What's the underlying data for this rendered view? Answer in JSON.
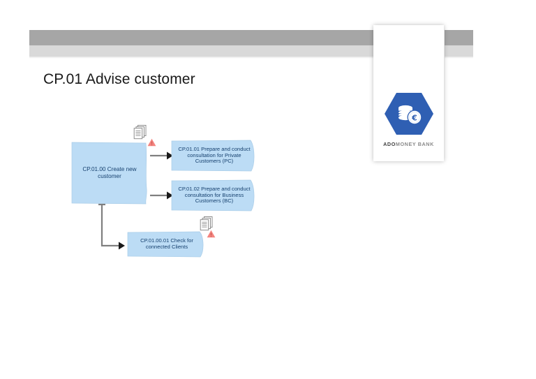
{
  "slide": {
    "title": "CP.01 Advise customer",
    "background_color": "#ffffff"
  },
  "header": {
    "bar_dark_color": "#a6a6a6",
    "bar_light_color": "#d9d9d9"
  },
  "logo": {
    "panel_background": "#ffffff",
    "hexagon_color": "#2f5fb3",
    "wordmark_bold": "ADO",
    "wordmark_rest": "MONEY BANK",
    "coin_icon": "stacked-coins-euro-icon",
    "euro_symbol": "€"
  },
  "diagram": {
    "node_fill": "#bcdcf5",
    "node_text_color": "#16406e",
    "connector_color": "#7f7f7f",
    "warning_color": "#f4847f",
    "nodes": [
      {
        "id": "main",
        "label": "CP.01.00 Create new customer",
        "has_document_icon": true,
        "has_warning_icon": true
      },
      {
        "id": "pc",
        "label": "CP.01.01 Prepare and conduct consultation for Private Customers (PC)",
        "has_document_icon": false,
        "has_warning_icon": false
      },
      {
        "id": "bc",
        "label": "CP.01.02 Prepare and conduct consultation for Business Customers (BC)",
        "has_document_icon": false,
        "has_warning_icon": false
      },
      {
        "id": "check",
        "label": "CP.01.00.01 Check for connected Clients",
        "has_document_icon": true,
        "has_warning_icon": true
      }
    ],
    "connectors": [
      {
        "from": "main",
        "to": "pc",
        "style": "straight-arrow"
      },
      {
        "from": "main",
        "to": "bc",
        "style": "straight-arrow"
      },
      {
        "from": "main",
        "to": "check",
        "style": "elbow-arrow"
      }
    ],
    "icons": {
      "document_stack": "document-stack-icon",
      "warning": "warning-triangle-icon"
    }
  }
}
